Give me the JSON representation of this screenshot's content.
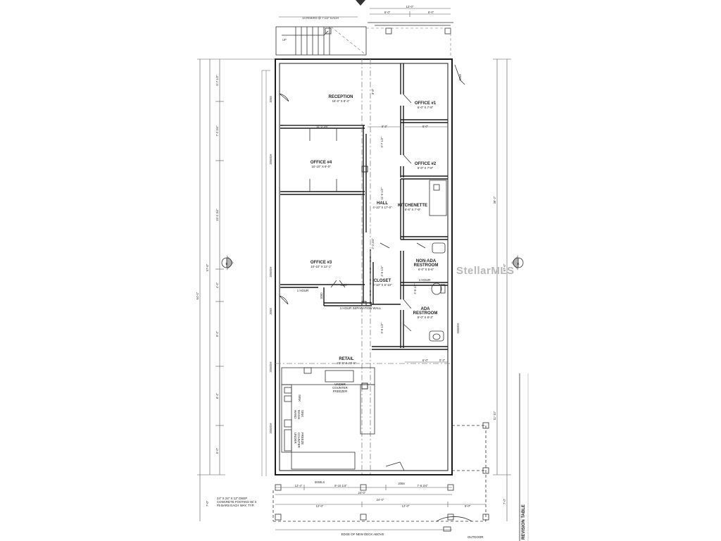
{
  "rooms": {
    "reception": {
      "name": "RECEPTION",
      "size": "16'-0\" X 8'-4\""
    },
    "office1": {
      "name": "OFFICE #1",
      "size": "6'-0\" X 7'-8\""
    },
    "office2": {
      "name": "OFFICE #2",
      "size": "6'-0\" X 7'-8\""
    },
    "office3": {
      "name": "OFFICE #3",
      "size": "10'-10\" X 12'-1\""
    },
    "office4": {
      "name": "OFFICE #4",
      "size": "10'-10\" X 9'-0\""
    },
    "hall": {
      "name": "HALL",
      "size": "4'-10\" X 17'-0\""
    },
    "kitchenette": {
      "name": "KITCHENETTE",
      "size": "6'-6\" X 7'-9\""
    },
    "non_ada": {
      "name1": "NON-ADA",
      "name2": "RESTROOM",
      "size": "6'-0\" X 5'-6\""
    },
    "ada": {
      "name1": "ADA",
      "name2": "RESTROOM",
      "size": "6'-0\" X 8'-3\""
    },
    "closet": {
      "name": "CLOSET",
      "size": "4'-10\" X 6'-10\""
    },
    "retail": {
      "name": "RETAIL",
      "size": "23'-5\" X 23'-6\""
    }
  },
  "labels": {
    "risers": "14 RISERS @ 7 1/2\" EACH",
    "up": "UP",
    "one_hour_a": "1 HOUR",
    "one_hour_b": "1 HOUR",
    "separation_wall": "1 HOUR SEPARATION WALL",
    "under_counter_freezer_1": "UNDER",
    "under_counter_freezer_2": "COUNTER",
    "under_counter_freezer_3": "FREEZER",
    "sink": "SINK",
    "hand_wash_sink_1": "HAND",
    "hand_wash_sink_2": "WASH",
    "hand_wash_sink_3": "SINK",
    "counter_freezer_1": "UNDER",
    "counter_freezer_2": "COUNTER",
    "counter_freezer_3": "FREEZE",
    "footing_1": "24\" X 24\" X 12\" DEEP",
    "footing_2": "CONCRETE FOOTING W/ 3",
    "footing_3": "#5 BARS EACH WAY, TYP.",
    "edge_of_deck": "EDGE OF NEW DECK ABOVE",
    "outdoor": "OUTDOOR",
    "revision_table": "REVISION TABLE",
    "section_mark": "E",
    "watermark": "StellarMLS"
  },
  "dims": {
    "top_12": "12'-0\"",
    "top_6a": "6'-0\"",
    "top_6b": "6'-0\"",
    "left_total": "64'-0\"",
    "left_57": "57'-0\"",
    "l_a": "6'-7 1/2\"",
    "l_b": "7'-2 3/4\"",
    "l_c": "15'-2 3/4\"",
    "l_d": "4'-4\"",
    "l_e": "9'-4\"",
    "l_f": "8'-4\"",
    "l_g": "6'-0\"",
    "l_bot": "7'-0\"",
    "right_total": "38'-2\"",
    "right_57": "57'-0\"",
    "r_1": "11'-10\"",
    "r_2": "7'-0\"",
    "bot_1": "12'-4\"",
    "bot_2": "9'-10 1/4\"",
    "bot_3": "7'-8 3/4\"",
    "bot_24a": "24'-0\"",
    "bot_24b": "24'-0\"",
    "bot_12a": "12'-0\"",
    "bot_12b": "12'-0\"",
    "bot_5": "5'-0\"",
    "win_1": "3068",
    "win_2": "3068SH",
    "win_3": "3068SH",
    "win_4": "3068",
    "win_5": "3068SH",
    "win_6": "3068SH",
    "win_7": "3068",
    "win_8": "3068SH",
    "slider": "6068LS",
    "d_2068": "2068",
    "off4_w": "11'-2 3/4\"",
    "hall_1": "5'-2\"",
    "off1_w": "6'-0\"",
    "hall_2": "3'-7 1/2\"",
    "hall_3": "11'-0 1/2\"",
    "hall_4": "2'-2 3/4\"",
    "hall_5": "4'-5 1/4\"",
    "hall_6": "3'-9 1/2\"",
    "retail_w1": "6'-0\"",
    "retail_w2": "0'-3\"",
    "d_4080": "4080",
    "d_3080": "3080",
    "h1": "8'-8\"",
    "h2": "4'-8 1/2\""
  }
}
